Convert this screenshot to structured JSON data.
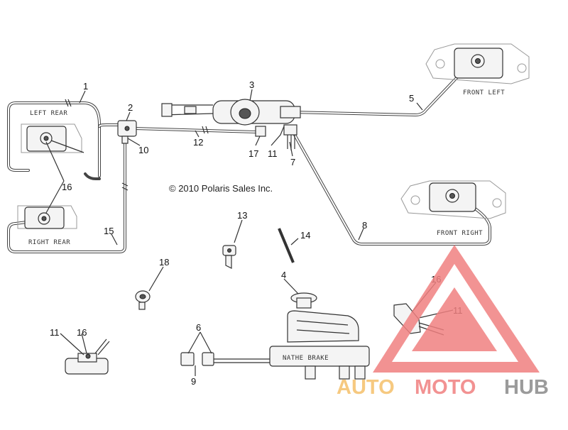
{
  "copyright": "© 2010 Polaris Sales Inc.",
  "caliper_labels": {
    "left_rear": "LEFT REAR",
    "right_rear": "RIGHT REAR",
    "front_left": "FRONT LEFT",
    "front_right": "FRONT RIGHT"
  },
  "callouts": {
    "c1": "1",
    "c2": "2",
    "c3": "3",
    "c4": "4",
    "c5": "5",
    "c6": "6",
    "c7": "7",
    "c8": "8",
    "c9": "9",
    "c10": "10",
    "c11_a": "11",
    "c11_b": "11",
    "c11_c": "11",
    "c12": "12",
    "c13": "13",
    "c14": "14",
    "c15": "15",
    "c16_a": "16",
    "c16_b": "16",
    "c16_c": "16",
    "c17": "17",
    "c18": "18"
  },
  "master_cylinder_text": "NATHE BRAKE",
  "watermark": {
    "part1": "AUTO",
    "part2": "MOTO",
    "part3": "HUB",
    "colors": {
      "triangle": "#f08080",
      "auto": "#f5c06a",
      "moto": "#f08080",
      "hub": "#8a8a8a"
    }
  }
}
